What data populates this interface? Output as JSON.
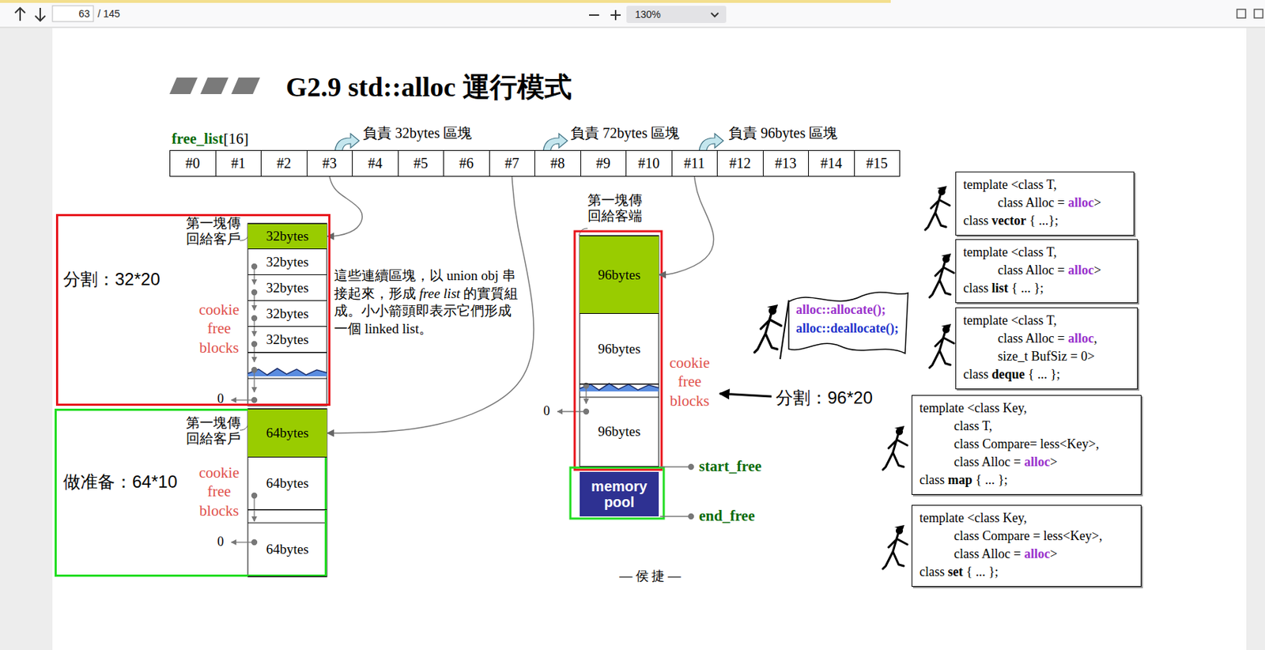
{
  "diagram": {
    "title": "G2.9 std::alloc 運行模式",
    "nodes": [
      {
        "text": [
          "#0"
        ]
      },
      {
        "text": [
          "#1"
        ]
      },
      {
        "text": [
          "#2"
        ]
      },
      {
        "text": [
          "#3"
        ]
      },
      {
        "text": [
          "#4"
        ]
      },
      {
        "text": [
          "#5"
        ]
      },
      {
        "text": [
          "#6"
        ]
      },
      {
        "text": [
          "#7"
        ]
      },
      {
        "text": [
          "#8"
        ]
      },
      {
        "text": [
          "#9"
        ]
      },
      {
        "text": [
          "#10"
        ]
      },
      {
        "text": [
          "#11"
        ]
      },
      {
        "text": [
          "#12"
        ]
      },
      {
        "text": [
          "#13"
        ]
      },
      {
        "text": [
          "#14"
        ]
      },
      {
        "text": [
          "#15"
        ]
      },
      {
        "text": [
          "分割：32*20",
          "第一塊傳 回給客戶",
          "cookie free blocks"
        ]
      },
      {
        "text": [
          "32bytes"
        ],
        "in": 16
      },
      {
        "text": [
          "32bytes"
        ],
        "in": 16
      },
      {
        "text": [
          "32bytes"
        ],
        "in": 16
      },
      {
        "text": [
          "32bytes"
        ],
        "in": 16
      },
      {
        "text": [
          "32bytes"
        ],
        "in": 16
      },
      {
        "text": [
          "做准备：64*10",
          "第一塊傳 回給客戶",
          "cookie free blocks"
        ]
      },
      {
        "text": [
          "64bytes"
        ],
        "in": 22
      },
      {
        "text": [
          "64bytes"
        ],
        "in": 22
      },
      {
        "text": [
          "64bytes"
        ],
        "in": 22
      },
      {
        "text": [
          "96bytes"
        ]
      },
      {
        "text": [
          "96bytes"
        ]
      },
      {
        "text": [
          "96bytes"
        ]
      },
      {
        "text": [
          "memory pool"
        ]
      },
      {
        "text": [
          "template <class T,",
          "class Alloc = alloc>",
          "class vector { ...};"
        ]
      },
      {
        "text": [
          "template <class T,",
          "class Alloc = alloc>",
          "class list { ... };"
        ]
      },
      {
        "text": [
          "template <class T,",
          "class Alloc = alloc,",
          "size_t BufSiz = 0>",
          "class deque { ... };"
        ]
      },
      {
        "text": [
          "template <class Key,",
          "class T,",
          "class Compare= less<Key>,",
          "class Alloc = alloc>",
          "class map {  ... };"
        ]
      },
      {
        "text": [
          "template <class Key,",
          "class Compare = less<Key>,",
          "class Alloc = alloc>",
          "class set { ... };"
        ]
      }
    ],
    "edges": [
      {
        "from": 3,
        "to": 17,
        "arrow": "to"
      },
      {
        "from": 7,
        "to": 23,
        "arrow": "to"
      },
      {
        "from": 11,
        "to": 26,
        "arrow": "to"
      }
    ],
    "labels": [
      "63",
      "/ 145",
      "130%",
      "free_list[16]",
      "負責 32bytes 區塊",
      "負責 72bytes 區塊",
      "負責 96bytes 區塊",
      "這些連續區塊，以 union obj 串接起來，形成 free list 的實質組成。小小箭頭即表示它們形成一個 linked list。",
      "0",
      "0",
      "第一塊傳 回給客端",
      "cookie free blocks",
      "分割：96*20",
      "0",
      "start_free",
      "end_free",
      "alloc::allocate();",
      "alloc::deallocate();",
      "— 侯 捷 —"
    ]
  }
}
